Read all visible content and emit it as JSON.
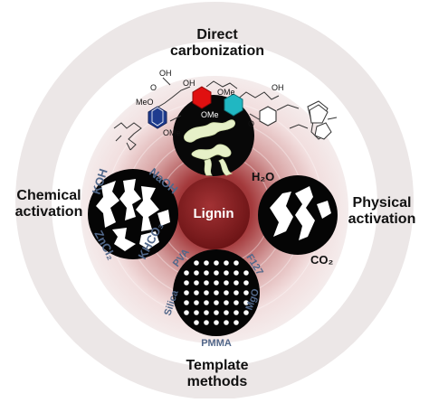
{
  "diagram": {
    "center": "Lignin",
    "methods": {
      "direct": [
        "Direct",
        "carbonization"
      ],
      "chemical": [
        "Chemical",
        "activation"
      ],
      "physical": [
        "Physical",
        "activation"
      ],
      "template": [
        "Template",
        "methods"
      ]
    },
    "chemical_agents": [
      "KOH",
      "NaOH",
      "ZnCl₂",
      "KHCO₃"
    ],
    "physical_agents": [
      "H₂O",
      "CO₂"
    ],
    "template_agents": [
      "PVA",
      "F127",
      "Silica",
      "MgO",
      "PMMA"
    ],
    "lignin_structure": {
      "substituents": [
        "MeO",
        "OMe",
        "OMe",
        "OMe",
        "OH",
        "OH",
        "OH",
        "O",
        "O"
      ]
    }
  },
  "colors": {
    "outer_ring": "#ece6e6",
    "glow_center": "#7b1719",
    "ring_blue": "#1f3c8f",
    "ring_red": "#e01010",
    "ring_cyan": "#20b7c2",
    "agent_text": "#52688a",
    "pore": "#e8f2cc"
  }
}
